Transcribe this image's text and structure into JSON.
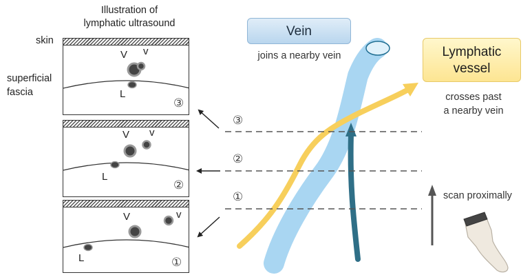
{
  "panel": {
    "title_line1": "Illustration of",
    "title_line2": "lymphatic ultrasound",
    "skin_label": "skin",
    "fascia_label_line1": "superficial",
    "fascia_label_line2": "fascia",
    "frames": [
      {
        "vein_big": "V",
        "vein_small": "v",
        "lymph": "L",
        "number": "③"
      },
      {
        "vein_big": "V",
        "vein_small": "v",
        "lymph": "L",
        "number": "②"
      },
      {
        "vein_big": "V",
        "vein_small": "v",
        "lymph": "L",
        "number": "①"
      }
    ]
  },
  "diagram": {
    "vein_label": "Vein",
    "vein_caption": "joins a nearby vein",
    "lymph_label_line1": "Lymphatic",
    "lymph_label_line2": "vessel",
    "lymph_caption_line1": "crosses past",
    "lymph_caption_line2": "a nearby vein",
    "scan_levels": [
      "③",
      "②",
      "①"
    ],
    "scan_label": "scan proximally",
    "colors": {
      "vein_main": "#a9d6f2",
      "vein_small": "#2f6f87",
      "lymph": "#f7cf5c",
      "arrow": "#555555"
    }
  }
}
